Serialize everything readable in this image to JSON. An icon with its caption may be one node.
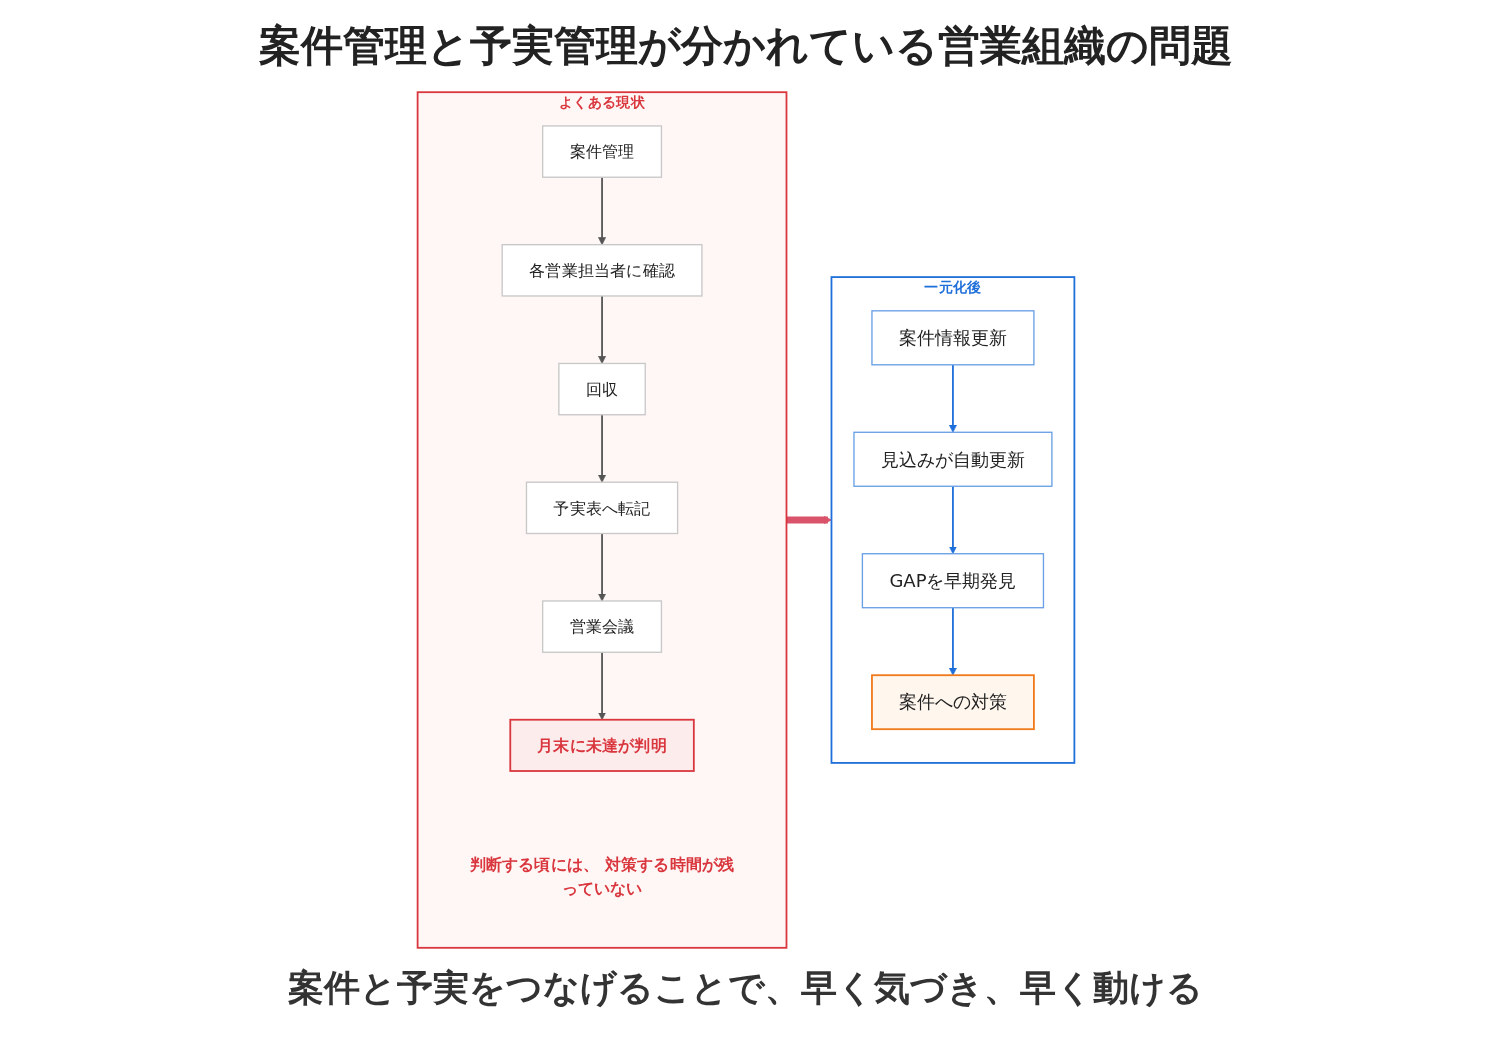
{
  "diagram": {
    "title": "案件管理と予実管理が分かれている営業組織の問題",
    "nodes": [
      {
        "text": [
          "よくある現状"
        ]
      },
      {
        "text": [
          "案件管理"
        ],
        "in": 0
      },
      {
        "text": [
          "各営業担当者に確認"
        ],
        "in": 0
      },
      {
        "text": [
          "回収"
        ],
        "in": 0
      },
      {
        "text": [
          "予実表へ転記"
        ],
        "in": 0
      },
      {
        "text": [
          "営業会議"
        ],
        "in": 0
      },
      {
        "text": [
          "月末に未達が判明"
        ],
        "in": 0
      },
      {
        "text": [
          "判断する頃には、 対策する時間が残っていない"
        ],
        "in": 0
      },
      {
        "text": [
          "一元化後"
        ]
      },
      {
        "text": [
          "案件情報更新"
        ],
        "in": 8
      },
      {
        "text": [
          "見込みが自動更新"
        ],
        "in": 8
      },
      {
        "text": [
          "GAPを早期発見"
        ],
        "in": 8
      },
      {
        "text": [
          "案件への対策"
        ],
        "in": 8
      }
    ],
    "edges": [
      {
        "from": 1,
        "to": 2,
        "arrow": "to"
      },
      {
        "from": 2,
        "to": 3,
        "arrow": "to"
      },
      {
        "from": 3,
        "to": 4,
        "arrow": "to"
      },
      {
        "from": 4,
        "to": 5,
        "arrow": "to"
      },
      {
        "from": 5,
        "to": 6,
        "arrow": "to"
      },
      {
        "from": 0,
        "to": 8,
        "arrow": "to",
        "style": "thick",
        "color": "#d9536a"
      },
      {
        "from": 9,
        "to": 10,
        "arrow": "to",
        "color": "#1e6fd9"
      },
      {
        "from": 10,
        "to": 11,
        "arrow": "to",
        "color": "#1e6fd9"
      },
      {
        "from": 11,
        "to": 12,
        "arrow": "to",
        "color": "#1e6fd9"
      }
    ],
    "caption": "案件と予実をつなげることで、早く気づき、早く動ける"
  }
}
